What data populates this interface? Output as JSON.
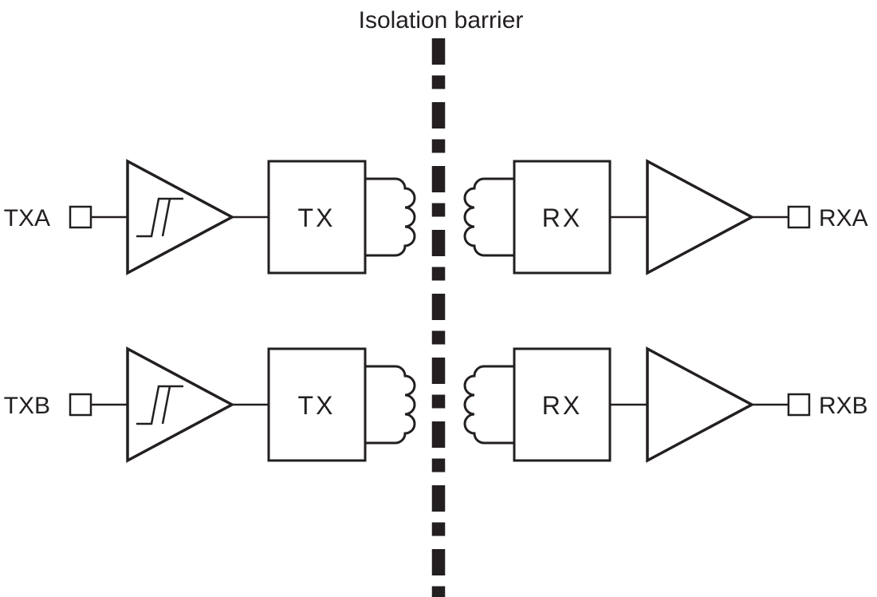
{
  "title": "Isolation barrier",
  "colors": {
    "line": "#231f20",
    "background": "#ffffff"
  },
  "channels": [
    {
      "id": "A",
      "input_label": "TXA",
      "tx_block_label": "TX",
      "rx_block_label": "RX",
      "output_label": "RXA"
    },
    {
      "id": "B",
      "input_label": "TXB",
      "tx_block_label": "TX",
      "rx_block_label": "RX",
      "output_label": "RXB"
    }
  ]
}
